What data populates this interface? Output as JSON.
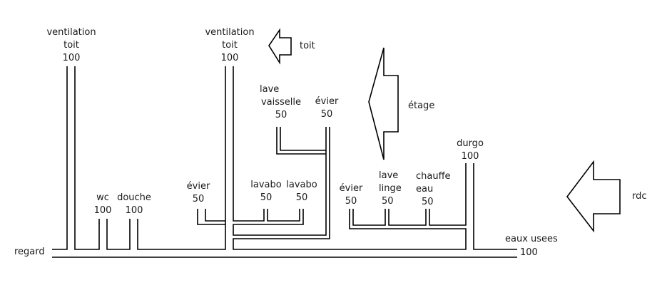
{
  "diagram": {
    "stroke_color": "#000000",
    "labels": {
      "vent_left": {
        "name_1": "ventilation",
        "name_2": "toit",
        "size": "100"
      },
      "vent_mid": {
        "name_1": "ventilation",
        "name_2": "toit",
        "size": "100"
      },
      "wc": {
        "name": "wc",
        "size": "100"
      },
      "douche": {
        "name": "douche",
        "size": "100"
      },
      "evier_rdc_left": {
        "name": "évier",
        "size": "50"
      },
      "lavabo_1": {
        "name": "lavabo",
        "size": "50"
      },
      "lavabo_2": {
        "name": "lavabo",
        "size": "50"
      },
      "lave_vaisselle": {
        "name_1": "lave",
        "name_2": "vaisselle",
        "size": "50"
      },
      "evier_etage": {
        "name": "évier",
        "size": "50"
      },
      "evier_rdc_right": {
        "name": "évier",
        "size": "50"
      },
      "lave_linge": {
        "name_1": "lave",
        "name_2": "linge",
        "size": "50"
      },
      "chauffe_eau": {
        "name_1": "chauffe",
        "name_2": "eau",
        "size": "50"
      },
      "durgo": {
        "name": "durgo",
        "size": "100"
      },
      "regard": "regard",
      "eaux_usees": {
        "name": "eaux usees",
        "size": "100"
      }
    },
    "level_arrows": {
      "toit": "toit",
      "etage": "étage",
      "rdc": "rdc"
    }
  }
}
